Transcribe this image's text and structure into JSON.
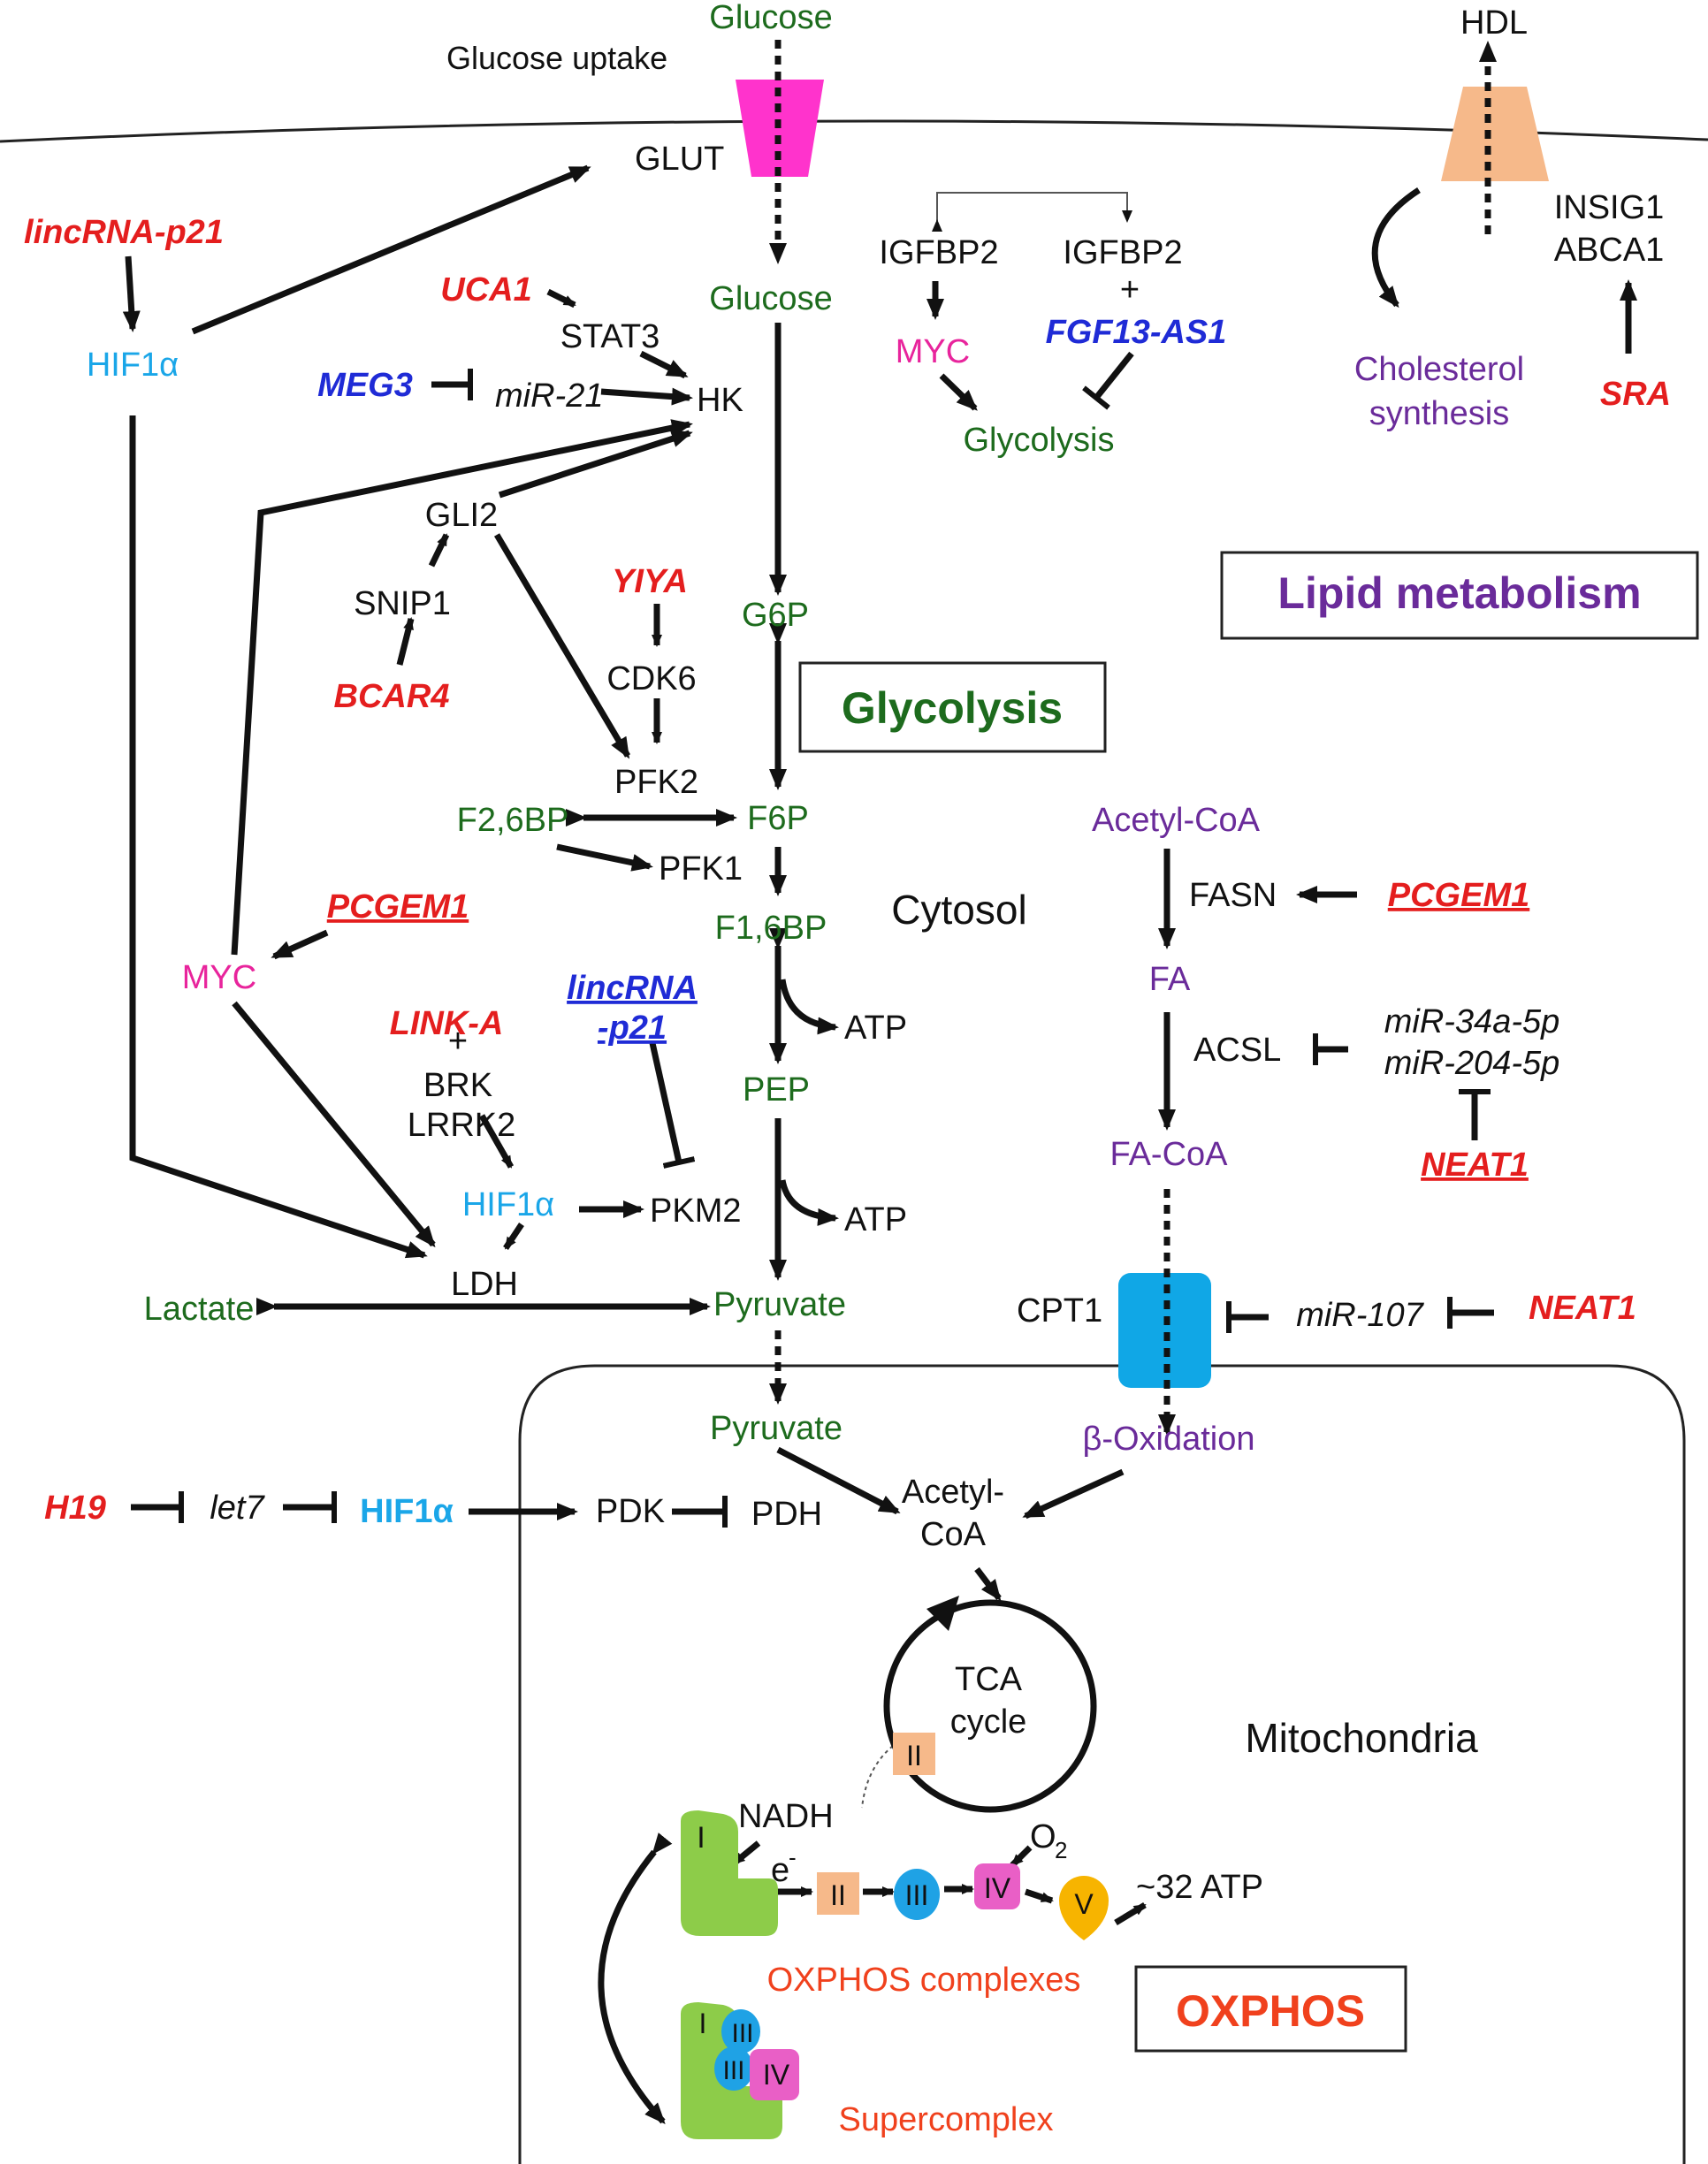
{
  "colors": {
    "black": "#111111",
    "green": "#1d6b1d",
    "purple": "#6a2b9a",
    "red": "#e41e1e",
    "blue": "#1f2bd6",
    "cyan": "#1aa6e8",
    "magenta": "#e8249c",
    "orange_box": "#f6b98a",
    "transporter_pink": "#ff33cc",
    "cpt1_blue": "#10a7e6",
    "complex_green": "#8dcc49",
    "complex_blue": "#1fa2e5",
    "complex_pink": "#e95fc6",
    "complex_yellow": "#f7b400"
  },
  "membrane": {
    "glucose_top": "Glucose",
    "glucose_uptake": "Glucose uptake",
    "glut": "GLUT",
    "hdl": "HDL",
    "insig1": "INSIG1",
    "abca1": "ABCA1"
  },
  "glycolysis": {
    "box_title": "Glycolysis",
    "glucose": "Glucose",
    "g6p": "G6P",
    "f6p": "F6P",
    "f16bp": "F1,6BP",
    "pep": "PEP",
    "pyruvate": "Pyruvate",
    "f26bp": "F2,6BP",
    "pfk1": "PFK1",
    "pfk2": "PFK2",
    "atp1": "ATP",
    "atp2": "ATP",
    "lactate": "Lactate",
    "ldh": "LDH",
    "pkm2": "PKM2",
    "hk": "HK",
    "stat3": "STAT3",
    "mir21": "miR-21",
    "gli2": "GLI2",
    "snip1": "SNIP1",
    "cdk6": "CDK6",
    "hif1a_left": "HIF1α",
    "hif1a_mid": "HIF1α",
    "myc_left": "MYC",
    "brk": "BRK",
    "lrrk2": "LRRK2",
    "plus_linka": "+",
    "cytosol": "Cytosol"
  },
  "igfbp": {
    "igfbp2_a": "IGFBP2",
    "igfbp2_b": "IGFBP2",
    "plus": "+",
    "myc": "MYC",
    "glycolysis": "Glycolysis"
  },
  "lncrnas": {
    "lincrna_p21_top": "lincRNA-p21",
    "uca1": "UCA1",
    "meg3": "MEG3",
    "yiya": "YIYA",
    "bcar4": "BCAR4",
    "pcgem1_left": "PCGEM1",
    "link_a": "LINK-A",
    "lincrna_p21_mid_a": "lincRNA",
    "lincrna_p21_mid_b": "-p21",
    "fgf13_as1": "FGF13-AS1",
    "sra": "SRA",
    "pcgem1_right": "PCGEM1",
    "neat1_a": "NEAT1",
    "neat1_b": "NEAT1",
    "h19": "H19"
  },
  "lipid": {
    "box_title": "Lipid metabolism",
    "cholesterol_1": "Cholesterol",
    "cholesterol_2": "synthesis",
    "acetyl_coa": "Acetyl-CoA",
    "fasn": "FASN",
    "fa": "FA",
    "acsl": "ACSL",
    "fa_coa": "FA-CoA",
    "mir34a": "miR-34a-5p",
    "mir204": "miR-204-5p",
    "cpt1": "CPT1",
    "mir107": "miR-107",
    "beta_ox": "β-Oxidation"
  },
  "mito": {
    "pyruvate": "Pyruvate",
    "let7": "let7",
    "hif1a": "HIF1α",
    "pdk": "PDK",
    "pdh": "PDH",
    "acetyl_1": "Acetyl-",
    "acetyl_2": "CoA",
    "tca_1": "TCA",
    "tca_2": "cycle",
    "mitochondria": "Mitochondria",
    "nadh": "NADH",
    "e_minus": "e",
    "e_sup": "-",
    "o2": "O",
    "o2_sub": "2",
    "atp32": "~32 ATP",
    "oxphos_complexes": "OXPHOS complexes",
    "oxphos_box": "OXPHOS",
    "supercomplex": "Supercomplex",
    "c_I": "I",
    "c_II": "II",
    "c_II_tca": "II",
    "c_III": "III",
    "c_IV": "IV",
    "c_V": "V",
    "sc_I": "I",
    "sc_III_a": "III",
    "sc_III_b": "III",
    "sc_IV": "IV"
  }
}
